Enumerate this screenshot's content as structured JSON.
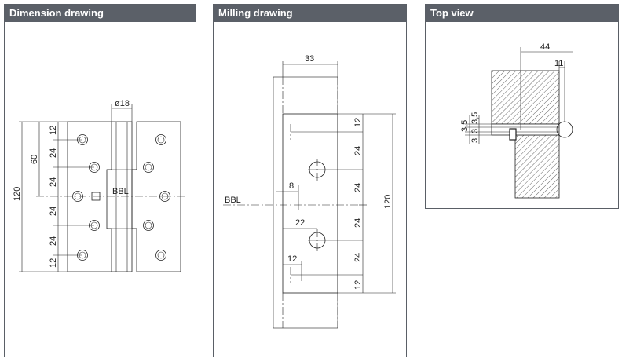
{
  "panels": {
    "dimension": {
      "title": "Dimension drawing",
      "labels": {
        "pin": "ø18",
        "total": "120",
        "half": "60",
        "s1": "12",
        "s2": "24",
        "s3": "24",
        "s4": "24",
        "s5": "24",
        "s6": "12",
        "bbl": "BBL"
      }
    },
    "milling": {
      "title": "Milling drawing",
      "labels": {
        "width": "33",
        "bbl": "BBL",
        "off8": "8",
        "off22": "22",
        "off12": "12",
        "total": "120",
        "s1": "12",
        "s2": "24",
        "s3": "24",
        "s4": "24",
        "s5": "24",
        "s6": "12"
      }
    },
    "top": {
      "title": "Top view",
      "labels": {
        "w44": "44",
        "w11": "11",
        "t35a": "3,5",
        "t35b": "3,5",
        "t3a": "3",
        "t3b": "3"
      }
    }
  }
}
